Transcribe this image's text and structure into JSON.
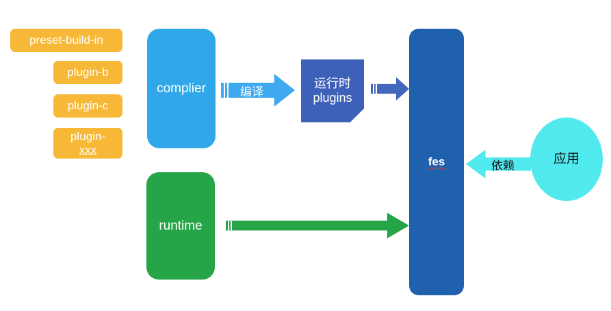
{
  "diagram": {
    "title": "fes compiler / runtime architecture",
    "background": "#ffffff",
    "colors": {
      "plugin_chip": "#F6B836",
      "complier": "#2FA7E9",
      "runtime": "#25A548",
      "plugins_note": "#3D61B8",
      "fes": "#2061AE",
      "app_ellipse": "#4FE9EE",
      "compile_arrow": "#3FA9F0",
      "plugins_arrow": "#4367BD",
      "runtime_arrow": "#25A548",
      "depend_arrow": "#4FE9EE",
      "spellcheck_underline": "#E23B2E"
    }
  },
  "plugins": {
    "chips": [
      {
        "label": "preset-build-in"
      },
      {
        "label": "plugin-b"
      },
      {
        "label": "plugin-c"
      },
      {
        "label_line1": "plugin-",
        "label_line2": "xxx"
      }
    ]
  },
  "nodes": {
    "complier": {
      "label": "complier"
    },
    "runtime": {
      "label": "runtime"
    },
    "plugins_note": {
      "line1": "运行时",
      "line2": "plugins"
    },
    "fes": {
      "label": "fes"
    },
    "app": {
      "label": "应用"
    }
  },
  "arrows": {
    "compile": {
      "label": "编译",
      "direction": "right"
    },
    "plugins_to_fes": {
      "label": "",
      "direction": "right"
    },
    "runtime_to_fes": {
      "label": "",
      "direction": "right"
    },
    "depend": {
      "label": "依赖",
      "direction": "left"
    }
  }
}
